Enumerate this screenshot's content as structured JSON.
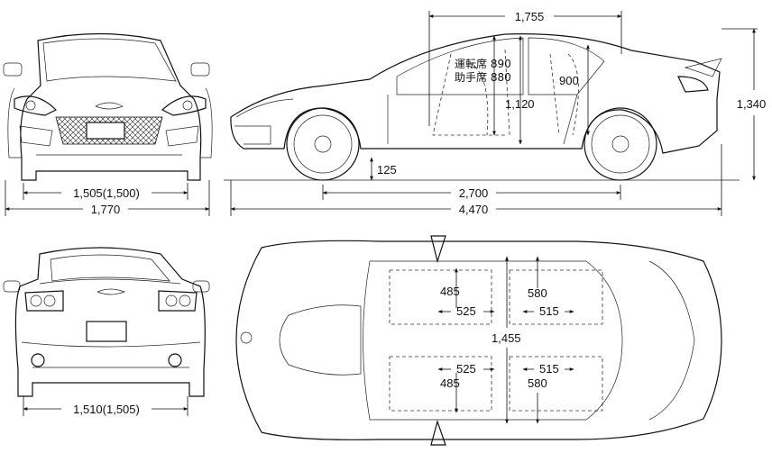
{
  "views": {
    "front": {
      "track_front": "1,505(1,500)",
      "overall_width": "1,770"
    },
    "side": {
      "overhead_length": "1,755",
      "driver_seat": "運転席 890",
      "passenger_seat": "助手席 880",
      "rear_headroom": "900",
      "interior_height": "1,120",
      "overall_height": "1,340",
      "ground_clearance": "125",
      "wheelbase": "2,700",
      "overall_length": "4,470"
    },
    "rear": {
      "track_rear": "1,510(1,505)"
    },
    "top": {
      "front_seat_width_left": "485",
      "front_seat_width_right": "485",
      "front_seat_depth_upper": "525",
      "front_seat_depth_lower": "525",
      "cabin_width": "1,455",
      "rear_seat_width_upper": "580",
      "rear_seat_width_lower": "580",
      "rear_seat_depth_upper": "515",
      "rear_seat_depth_lower": "515"
    }
  }
}
